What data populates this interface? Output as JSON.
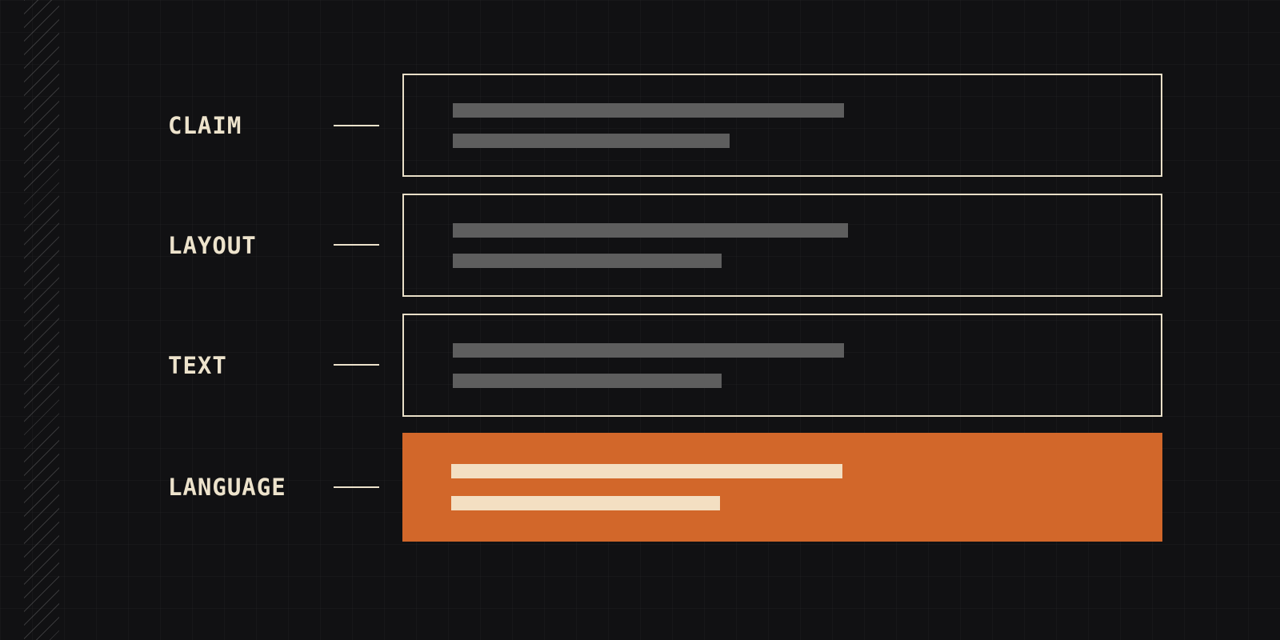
{
  "colors": {
    "background": "#111113",
    "label": "#ede3cc",
    "outline": "#e9dfc8",
    "placeholder": "#5e5e5e",
    "accent": "#d2672a",
    "accent_line": "#f3dfc2"
  },
  "rows": [
    {
      "label": "CLAIM",
      "active": false
    },
    {
      "label": "LAYOUT",
      "active": false
    },
    {
      "label": "TEXT",
      "active": false
    },
    {
      "label": "LANGUAGE",
      "active": true
    }
  ]
}
